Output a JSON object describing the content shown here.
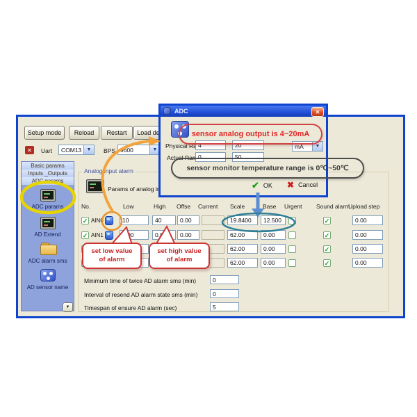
{
  "window": {
    "toolbar": {
      "buttons": [
        "Setup mode",
        "Reload",
        "Restart",
        "Load default"
      ]
    },
    "conn": {
      "uart_label": "Uart",
      "com_port": "COM13",
      "bps_label": "BPS",
      "bps_value": "9600"
    },
    "sidebar": {
      "tabs": [
        "Basic params",
        "Inputs _Outputs",
        "ADC params"
      ],
      "items": [
        {
          "label": "ADC params",
          "icon": "monitor-icon"
        },
        {
          "label": "AD Extend",
          "icon": "monitor-icon"
        },
        {
          "label": "ADC alarm sms",
          "icon": "folder-icon"
        },
        {
          "label": "AD sensor name",
          "icon": "sensor-icon"
        }
      ]
    },
    "panel": {
      "group_title": "Analog input alarm",
      "params_caption": "Params of analog inputs",
      "table": {
        "headers": [
          "No.",
          "Low",
          "High",
          "Offse",
          "Current",
          "Scale",
          "Base",
          "Urgent",
          "Sound alarm",
          "Upload step"
        ],
        "rows": [
          {
            "name": "AIN0",
            "low": "10",
            "high": "40",
            "offse": "0.00",
            "current": "",
            "scale": "19.8400",
            "base": "12.500",
            "upload": "0.00"
          },
          {
            "name": "AIN1",
            "low": "0.00",
            "high": "0.00",
            "offse": "0.00",
            "current": "",
            "scale": "62.00",
            "base": "0.00",
            "upload": "0.00"
          },
          {
            "name": "",
            "low": "",
            "high": "",
            "offse": "",
            "current": "",
            "scale": "62.00",
            "base": "0.00",
            "upload": "0.00"
          },
          {
            "name": "",
            "low": "",
            "high": "",
            "offse": "",
            "current": "",
            "scale": "62.00",
            "base": "0.00",
            "upload": "0.00"
          }
        ]
      },
      "settings": [
        {
          "label": "Minimum time of twice AD alarm sms (min)",
          "value": "0"
        },
        {
          "label": "Interval of resend AD alarm state sms (min)",
          "value": "0"
        },
        {
          "label": "Timespan of ensure AD alarm (sec)",
          "value": "5"
        }
      ]
    }
  },
  "dialog": {
    "title": "ADC",
    "physical_label": "Physical Range",
    "physical_min": "4",
    "physical_max": "20",
    "unit": "mA",
    "actual_label": "Actual Range",
    "actual_min": "0",
    "actual_max": "50",
    "ok_label": "OK",
    "cancel_label": "Cancel"
  },
  "annotations": {
    "output_note": "sensor analog output is 4~20mA",
    "temp_note": "sensor monitor temperature range is 0℃~50℃",
    "low_callout": {
      "line1": "set low value",
      "line2": "of alarm"
    },
    "high_callout": {
      "line1": "set high value",
      "line2": "of alarm"
    }
  },
  "glyphs": {
    "check": "✓",
    "close_x": "✕",
    "combo_arrow": "▼",
    "scroll_down": "▼"
  },
  "colors": {
    "xp_blue": "#0f44cf",
    "beige": "#ece9d8",
    "sidebar_blue": "#8ea3dc",
    "annotation_red": "#d04343",
    "annotation_orange": "#f2a33c",
    "annotation_yellow": "#e8d400",
    "annotation_teal": "#2e7f96"
  }
}
